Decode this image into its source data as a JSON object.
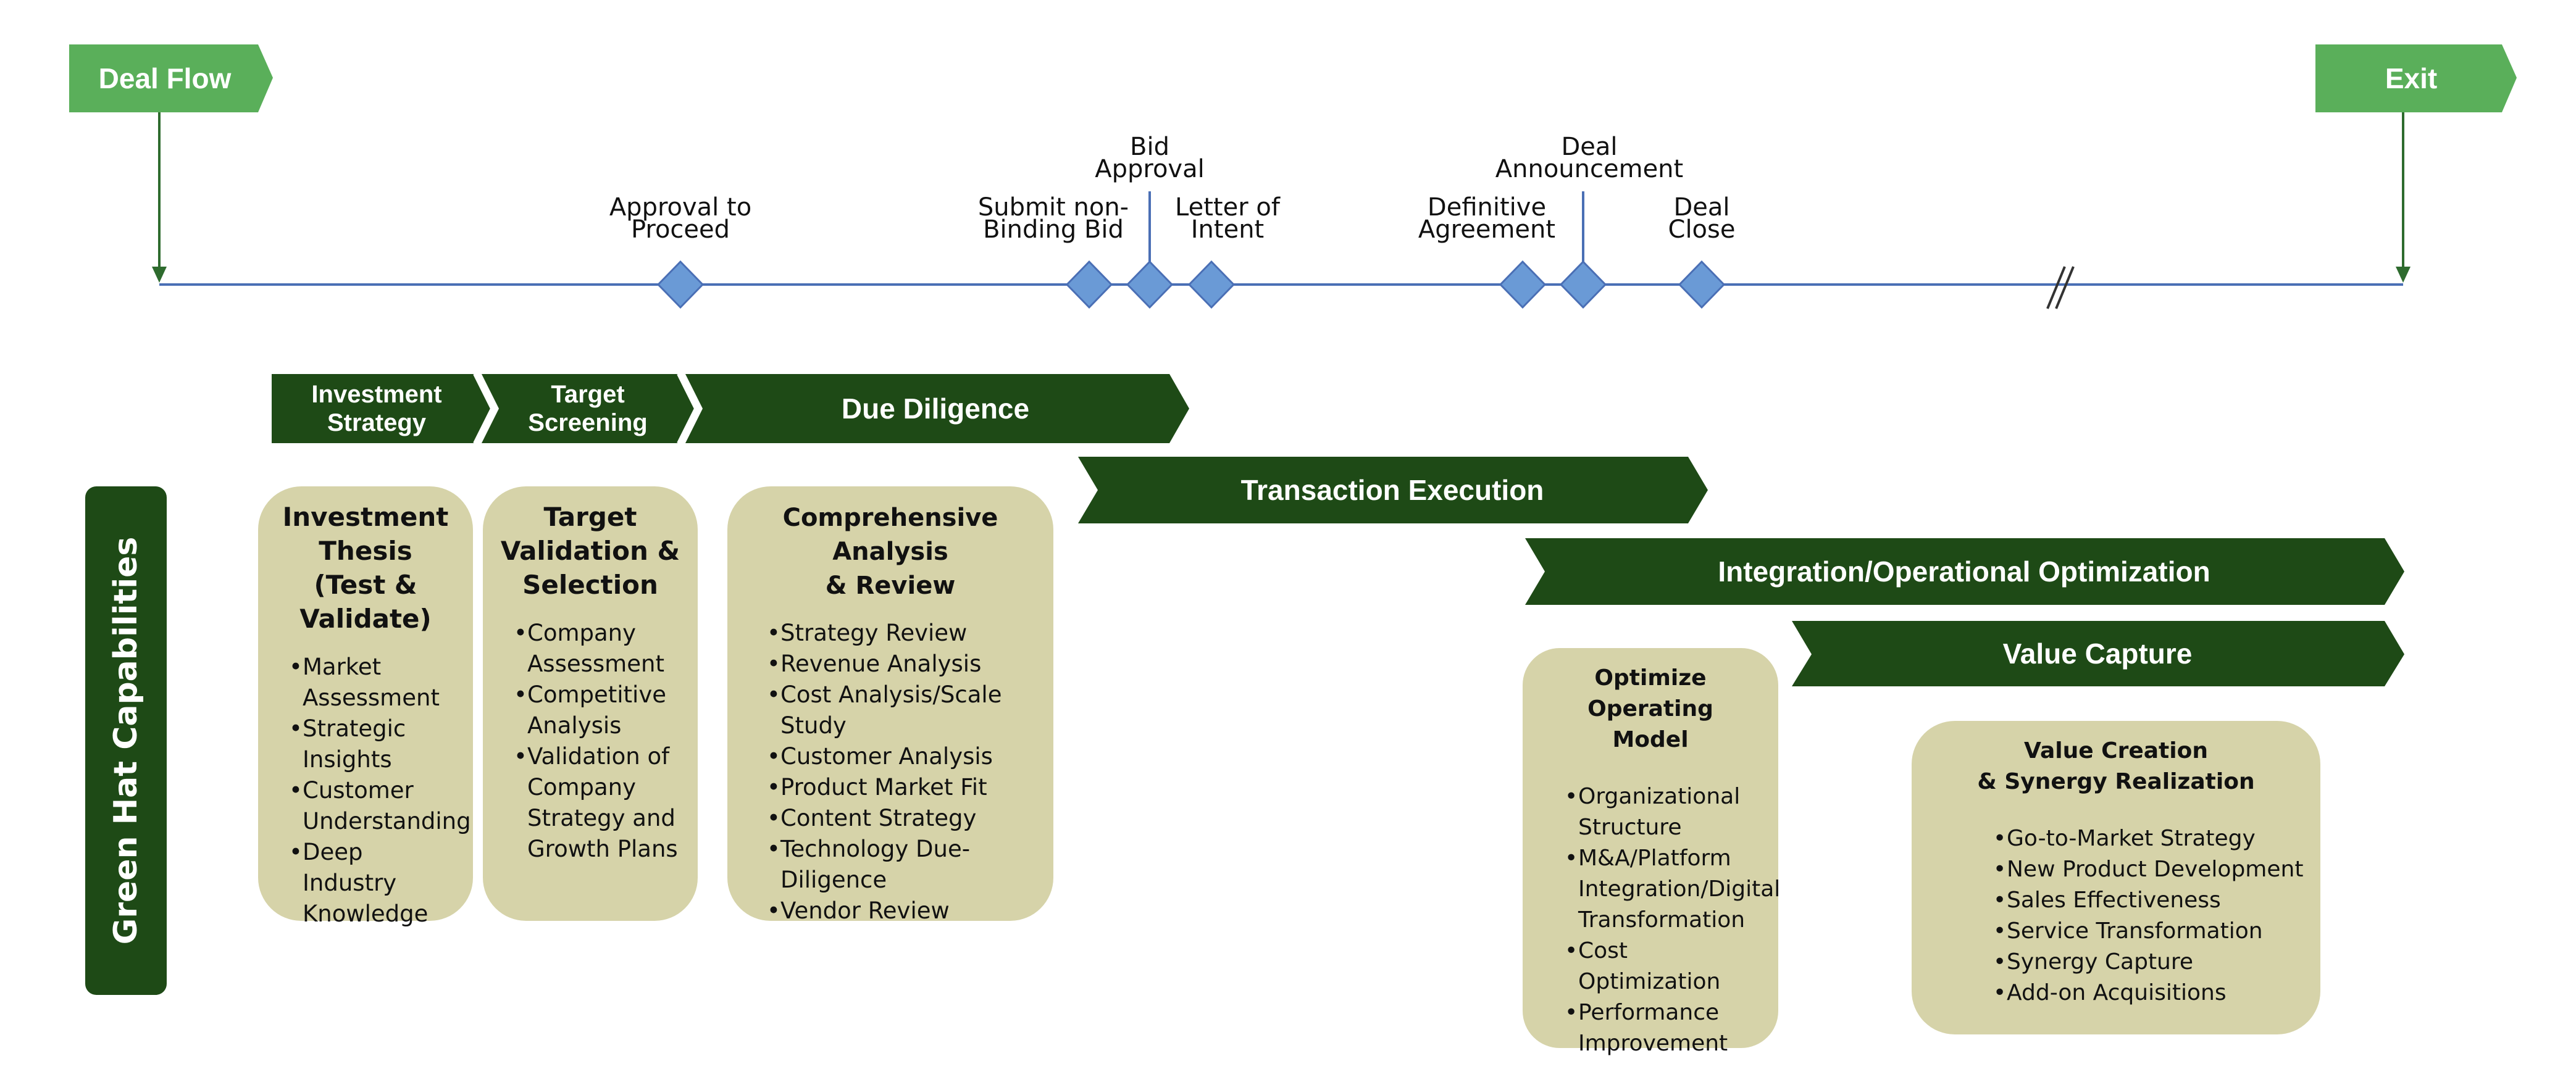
{
  "flags": {
    "start": "Deal Flow",
    "end": "Exit"
  },
  "milestones": {
    "approval": [
      "Approval to",
      "Proceed"
    ],
    "submit_bid": [
      "Submit non-",
      "Binding Bid"
    ],
    "bid_approval": [
      "Bid",
      "Approval"
    ],
    "letter_of_intent": [
      "Letter of",
      "Intent"
    ],
    "definitive_agreement": [
      "Definitive",
      "Agreement"
    ],
    "deal_announcement": [
      "Deal",
      "Announcement"
    ],
    "deal_close": [
      "Deal",
      "Close"
    ]
  },
  "phases": {
    "investment_strategy": [
      "Investment",
      "Strategy"
    ],
    "target_screening": [
      "Target",
      "Screening"
    ],
    "due_diligence": "Due Diligence",
    "transaction_execution": "Transaction Execution",
    "integration": "Integration/Operational Optimization",
    "value_capture": "Value Capture"
  },
  "capabilities_label": "Green Hat Capabilities",
  "cards": {
    "investment_thesis": {
      "title": [
        "Investment",
        "Thesis",
        "(Test &",
        "Validate)"
      ],
      "items": [
        [
          "Market",
          "Assessment"
        ],
        [
          "Strategic",
          "Insights"
        ],
        [
          "Customer",
          "Understanding"
        ],
        [
          "Deep Industry",
          "Knowledge"
        ]
      ]
    },
    "target_validation": {
      "title": [
        "Target",
        "Validation &",
        "Selection"
      ],
      "items": [
        [
          "Company",
          "Assessment"
        ],
        [
          "Competitive",
          "Analysis"
        ],
        [
          "Validation of",
          "Company",
          "Strategy and",
          "Growth Plans"
        ]
      ]
    },
    "comprehensive": {
      "title": [
        "Comprehensive Analysis",
        "& Review"
      ],
      "items": [
        [
          "Strategy Review"
        ],
        [
          "Revenue Analysis"
        ],
        [
          "Cost Analysis/Scale",
          "Study"
        ],
        [
          "Customer Analysis"
        ],
        [
          "Product Market Fit"
        ],
        [
          "Content Strategy"
        ],
        [
          "Technology Due-",
          "Diligence"
        ],
        [
          "Vendor Review"
        ]
      ]
    },
    "optimize": {
      "title": [
        "Optimize Operating",
        "Model"
      ],
      "items": [
        [
          "Organizational",
          "Structure"
        ],
        [
          "M&A/Platform",
          "Integration/Digital",
          "Transformation"
        ],
        [
          "Cost Optimization"
        ],
        [
          "Performance",
          "Improvement"
        ]
      ]
    },
    "value_creation": {
      "title": [
        "Value Creation",
        "& Synergy Realization"
      ],
      "items": [
        [
          "Go-to-Market Strategy"
        ],
        [
          "New Product Development"
        ],
        [
          "Sales Effectiveness"
        ],
        [
          "Service Transformation"
        ],
        [
          "Synergy Capture"
        ],
        [
          "Add-on Acquisitions"
        ]
      ]
    }
  },
  "colors": {
    "flag_green": "#5aaf5a",
    "dark_green": "#1e4a16",
    "card_beige": "#d6d3a9",
    "timeline_blue": "#4a6fb5",
    "diamond_blue": "#6a9ad6"
  }
}
